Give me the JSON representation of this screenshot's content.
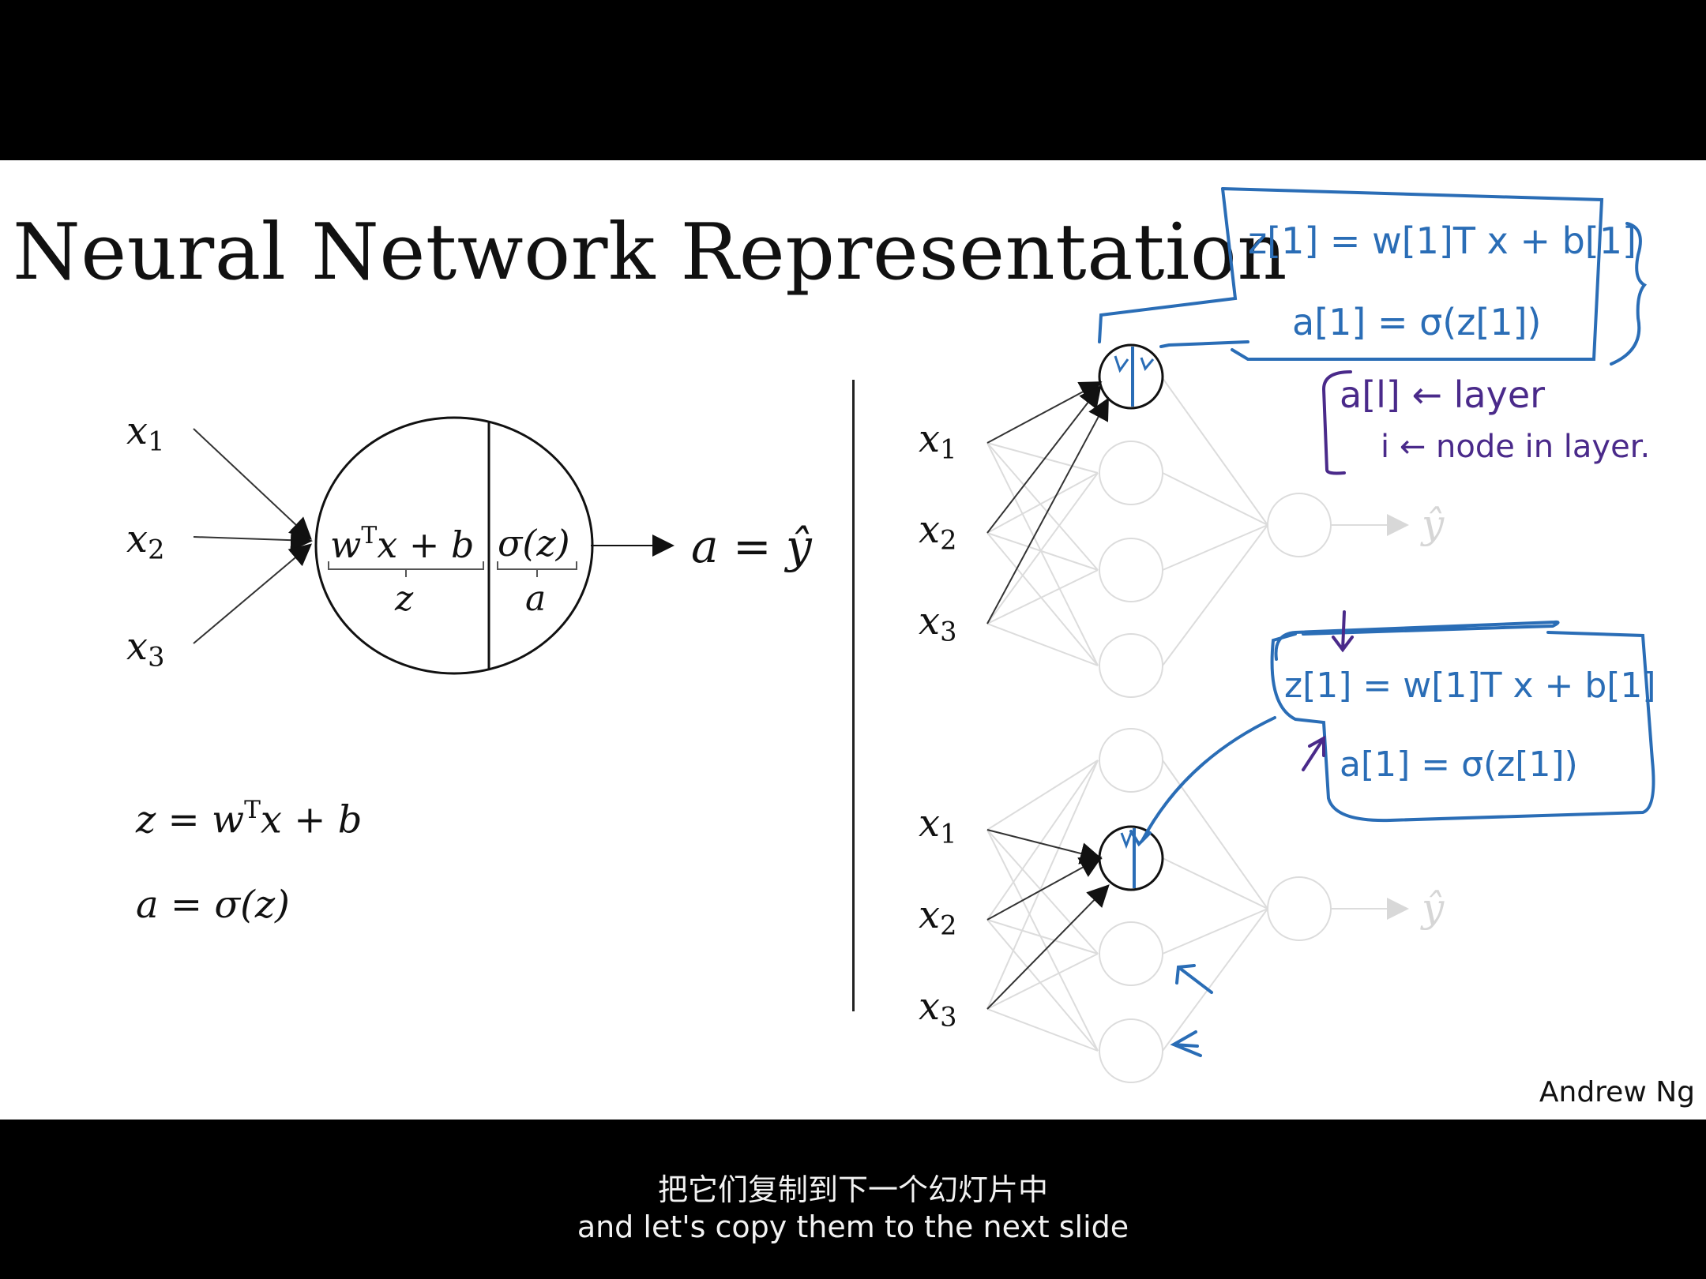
{
  "slide": {
    "title": "Neural Network Representation",
    "author": "Andrew Ng"
  },
  "left_neuron": {
    "inputs": [
      {
        "var": "x",
        "sub": "1"
      },
      {
        "var": "x",
        "sub": "2"
      },
      {
        "var": "x",
        "sub": "3"
      }
    ],
    "linear_text": {
      "w": "w",
      "T": "T",
      "rest": "x + b"
    },
    "activation_text": "σ(z)",
    "linear_label": "z",
    "activation_label": "a",
    "output_text": "a = ŷ"
  },
  "equations": {
    "eq1_lhs": "z = w",
    "eq1_sup": "T",
    "eq1_rhs": "x + b",
    "eq2": "a = σ(z)"
  },
  "right_networks": {
    "top_inputs": [
      {
        "var": "x",
        "sub": "1"
      },
      {
        "var": "x",
        "sub": "2"
      },
      {
        "var": "x",
        "sub": "3"
      }
    ],
    "bottom_inputs": [
      {
        "var": "x",
        "sub": "1"
      },
      {
        "var": "x",
        "sub": "2"
      },
      {
        "var": "x",
        "sub": "3"
      }
    ],
    "output_label": "ŷ"
  },
  "handwriting": {
    "box1": {
      "eq_a": "z[1] = w[1]T x + b[1]",
      "eq_b": "a[1] = σ(z[1])",
      "ink_color": "#2a6db6"
    },
    "notation": {
      "line1": "a[l] ← layer",
      "line2": "i ← node in layer.",
      "ink_color": "#4a2a8a"
    },
    "box2": {
      "eq_a": "z[1] = w[1]T x + b[1]",
      "eq_b": "a[1] = σ(z[1])",
      "ink_color": "#2a6db6"
    }
  },
  "subtitles": {
    "zh": "把它们复制到下一个幻灯片中",
    "en": "and let's copy them to the next slide"
  }
}
